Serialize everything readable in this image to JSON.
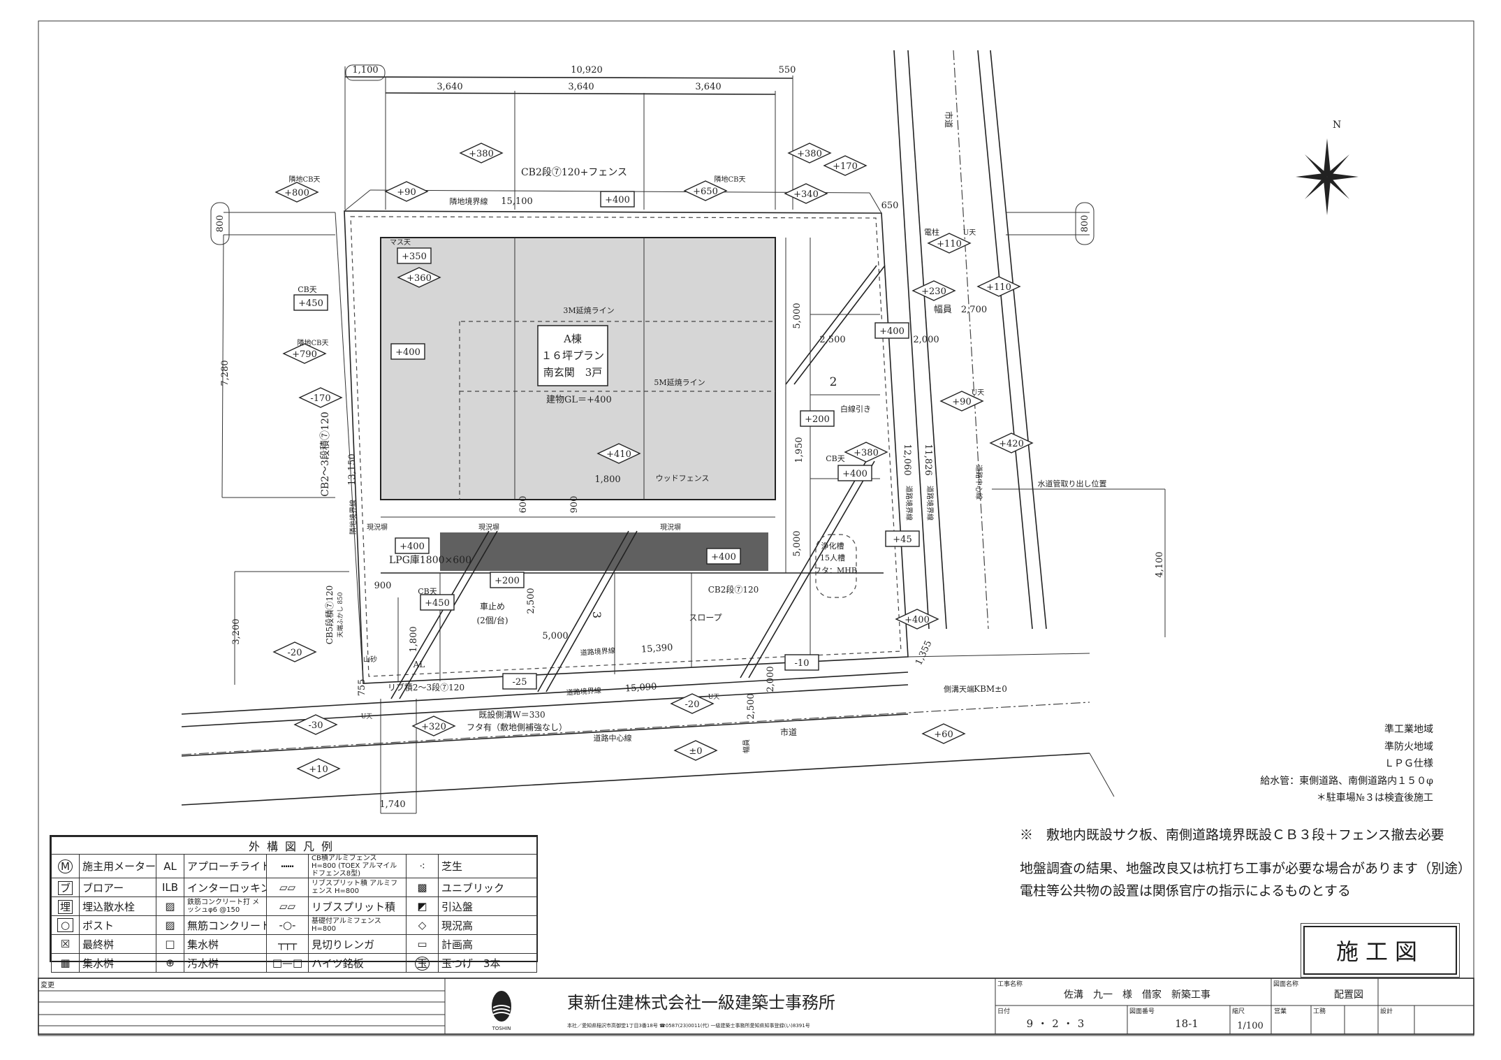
{
  "drawing": {
    "building_label": [
      "A棟",
      "１６坪プラン",
      "南玄関　3戸"
    ],
    "building_gl": "建物GL＝+400",
    "dimensions": [
      "1,100",
      "10,920",
      "550",
      "3,640",
      "3,640",
      "3,640",
      "15,100",
      "650",
      "800",
      "800",
      "7,280",
      "13,150",
      "5,000",
      "2,500",
      "2,000",
      "幅員　2,700",
      "12,060",
      "11,826",
      "1,950",
      "1,800",
      "900",
      "600",
      "5,000",
      "2,500",
      "5,000",
      "15,390",
      "15,090",
      "1,800",
      "3,200",
      "4,100",
      "755",
      "2,000",
      "2,500",
      "1,740",
      "1,355",
      "900"
    ],
    "existing_levels": [
      "+380",
      "+380",
      "+170",
      "+800",
      "+90",
      "+650",
      "+340",
      "+360",
      "+790",
      "-170",
      "+110",
      "+230",
      "+110",
      "+90",
      "+420",
      "+380",
      "+410",
      "+400",
      "-20",
      "-30",
      "+320",
      "-20",
      "±0",
      "+60",
      "+10"
    ],
    "planned_levels": [
      "+400",
      "+350",
      "+450",
      "+400",
      "+400",
      "+200",
      "+400",
      "+400",
      "+400",
      "+200",
      "+450",
      "+45",
      "-10",
      "-25"
    ],
    "labels": [
      "市道",
      "CB2段⑦120+フェンス",
      "隣地境界線",
      "隣地CB天",
      "隣地CB天",
      "マス天",
      "CB天",
      "隣地CB天",
      "3M延焼ライン",
      "5M延焼ライン",
      "電柱",
      "U天",
      "U天",
      "白線引き",
      "CB天",
      "2",
      "ウッドフェンス",
      "水道管取り出し位置",
      "道路境界線",
      "道路境界線",
      "道路中心線",
      "浄化槽",
      "15人槽",
      "フタ：MHB",
      "LPG庫1800×600",
      "現況塀",
      "現況塀",
      "現況塀",
      "CB天",
      "車止め",
      "(2個/台)",
      "3",
      "スロープ",
      "CB2段⑦120",
      "道路境界線",
      "道路境界線",
      "リブ積2〜3段⑦120",
      "CB5段積⑦120",
      "天端ふかし 850",
      "山砂",
      "AL",
      "既設側溝W＝330",
      "フタ有（敷地側補強なし）",
      "道路中心線",
      "市道",
      "幅員",
      "側溝天端",
      "KBM±0",
      "U天",
      "U天",
      "CB2〜3段積⑦120",
      "隣地境界線"
    ],
    "north_label": "N"
  },
  "legend": {
    "title": "外構図凡例",
    "rows": [
      [
        "施主用メーター",
        "AL",
        "アプローチライト",
        "CB積アルミフェンス H=800 (TOEX アルマイルドフェンス8型)",
        "芝生"
      ],
      [
        "ブロアー",
        "ILB",
        "インターロッキング",
        "リブスプリット積 アルミフェンス H=800",
        "ユニブリック"
      ],
      [
        "埋込散水栓",
        "",
        "鉄筋コンクリート打 メッシュφ6 @150",
        "リブスプリット積",
        "引込盤"
      ],
      [
        "ポスト",
        "",
        "無筋コンクリート打",
        "基礎付アルミフェンス H=800",
        "現況高"
      ],
      [
        "最終桝",
        "",
        "集水桝",
        "見切りレンガ",
        "計画高"
      ],
      [
        "集水桝",
        "",
        "汚水桝",
        "ハイツ銘板",
        "玉つげ　3本"
      ]
    ],
    "icons": {
      "col1": [
        "meter-icon",
        "blower-icon",
        "sprinkler-icon",
        "post-icon",
        "final-basin-icon",
        "catch-basin-icon"
      ],
      "col4": [
        "cb-fence-icon",
        "rib-fence-icon",
        "rib-split-icon",
        "base-fence-icon",
        "brick-edge-icon",
        "nameplate-icon"
      ],
      "col5": [
        "lawn-icon",
        "unibrick-icon",
        "service-panel-icon",
        "existing-level-icon",
        "planned-level-icon",
        "boxwood-icon"
      ]
    },
    "symbol_text": {
      "meter": "M",
      "blower": "ブ",
      "sprinkler": "埋",
      "boxwood": "玉"
    }
  },
  "notes": {
    "zoning": [
      "準工業地域",
      "準防火地域",
      "ＬＰＧ仕様",
      "給水管：東側道路、南側道路内１５０φ",
      "＊駐車場№３は検査後施工"
    ],
    "removal": "※　敷地内既設サク板、南側道路境界既設ＣＢ３段＋フェンス撤去必要",
    "ground": "地盤調査の結果、地盤改良又は杭打ち工事が必要な場合があります（別途）",
    "utility": "電柱等公共物の設置は関係官庁の指示によるものとする"
  },
  "stamp": "施工図",
  "title_block": {
    "revision_label": "変更",
    "logo_text": "TOSHIN",
    "company": "東新住建株式会社一級建築士事務所",
    "address": "本社／愛知県稲沢市高御堂1丁目3番18号 ☎0587(23)0011(代) 一級建築士事務所愛知県知事登録(い)8391号",
    "project_label": "工事名称",
    "project": "佐溝　九一　様　借家　新築工事",
    "drawing_name_label": "図面名称",
    "drawing_name": "配置図",
    "date_label": "日付",
    "date": "9・2・3",
    "number_label": "図面番号",
    "number": "18-1",
    "scale_label": "縮尺",
    "scale": "1/100",
    "sales_label": "営業",
    "construction_label": "工務",
    "design_label": "設計"
  }
}
